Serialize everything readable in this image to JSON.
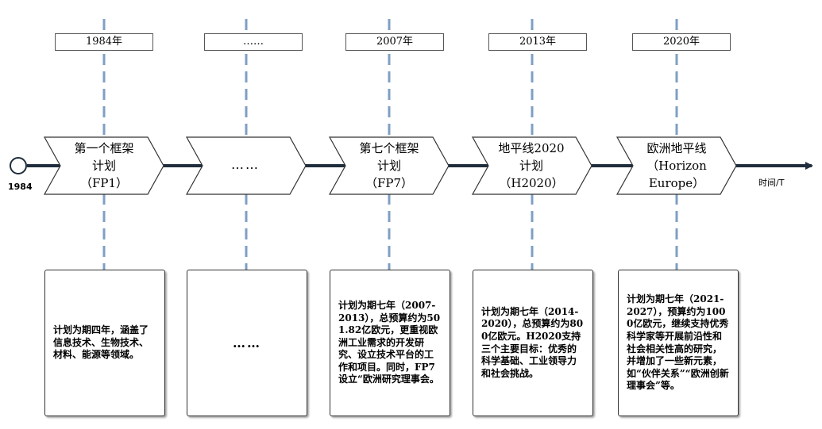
{
  "timeline": {
    "start_label": "1984",
    "axis_label": "时间/T",
    "colors": {
      "axis": "#1f2d3d",
      "dashed": "#7f9fc4",
      "border": "#333333"
    },
    "items": [
      {
        "year": "1984年",
        "chevron_lines": [
          "第一个框架",
          "计划",
          "（FP1）"
        ],
        "description": "计划为期四年，涵盖了信息技术、生物技术、材料、能源等领域。"
      },
      {
        "year": "……",
        "chevron_lines": [
          "……"
        ],
        "description": "……"
      },
      {
        "year": "2007年",
        "chevron_lines": [
          "第七个框架",
          "计划",
          "（FP7）"
        ],
        "description": "计划为期七年（2007-2013），总预算约为501.82亿欧元，更重视欧洲工业需求的开发研究、设立技术平台的工作和项目。同时，FP7设立“欧洲研究理事会。"
      },
      {
        "year": "2013年",
        "chevron_lines": [
          "地平线2020",
          "计划",
          "（H2020）"
        ],
        "description": "计划为期七年（2014-2020），总预算约为800亿欧元。H2020支持三个主要目标：优秀的科学基础、工业领导力和社会挑战。"
      },
      {
        "year": "2020年",
        "chevron_lines": [
          "欧洲地平线",
          "（Horizon",
          "Europe）"
        ],
        "description": "计划为期七年（2021-2027），预算约为1000亿欧元，继续支持优秀科学家等开展前沿性和社会相关性高的研究，并增加了一些新元素，如“伙伴关系”“欧洲创新理事会”等。"
      }
    ]
  }
}
